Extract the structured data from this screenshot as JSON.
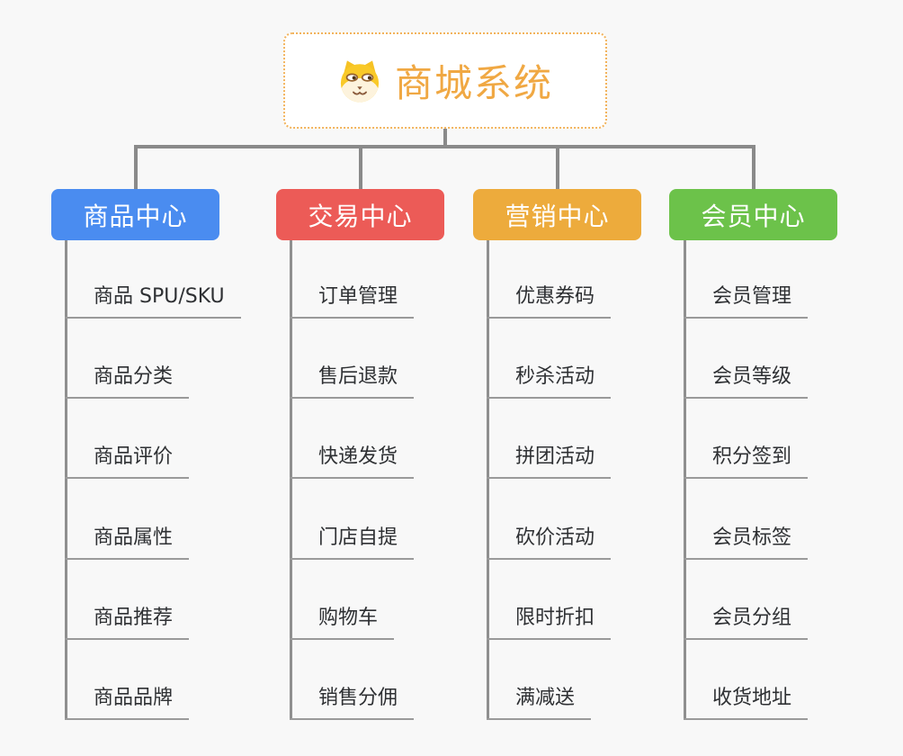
{
  "page": {
    "background": "#f8f8f8",
    "connector_color": "#8a8a8a"
  },
  "root": {
    "title": "商城系统",
    "icon": "dog-face-icon",
    "text_color": "#f0a843",
    "border_color": "#f2b35c",
    "background": "#ffffff"
  },
  "branches": [
    {
      "label": "商品中心",
      "color": "#4a8cf0",
      "items": [
        "商品 SPU/SKU",
        "商品分类",
        "商品评价",
        "商品属性",
        "商品推荐",
        "商品品牌"
      ]
    },
    {
      "label": "交易中心",
      "color": "#ec5b57",
      "items": [
        "订单管理",
        "售后退款",
        "快递发货",
        "门店自提",
        "购物车",
        "销售分佣"
      ]
    },
    {
      "label": "营销中心",
      "color": "#edab3c",
      "items": [
        "优惠券码",
        "秒杀活动",
        "拼团活动",
        "砍价活动",
        "限时折扣",
        "满减送"
      ]
    },
    {
      "label": "会员中心",
      "color": "#6cc24a",
      "items": [
        "会员管理",
        "会员等级",
        "积分签到",
        "会员标签",
        "会员分组",
        "收货地址"
      ]
    }
  ]
}
